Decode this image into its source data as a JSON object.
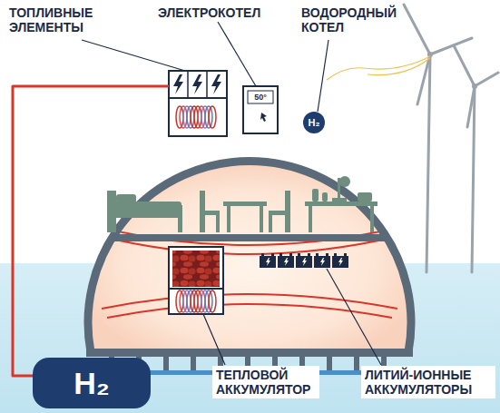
{
  "diagram": {
    "nodes": [
      {
        "text": [
          "H₂"
        ]
      },
      {
        "text": [
          "H₂"
        ]
      },
      {
        "text": [
          "50°"
        ]
      }
    ],
    "labels": [
      "ТОПЛИВНЫЕ ЭЛЕМЕНТЫ",
      "ЭЛЕКТРОКОТЕЛ",
      "ВОДОРОДНЫЙ КОТЕЛ",
      "ТЕПЛОВОЙ АККУМУЛЯТОР",
      "ЛИТИЙ-ИОННЫЕ АККУМУЛЯТОРЫ"
    ]
  }
}
